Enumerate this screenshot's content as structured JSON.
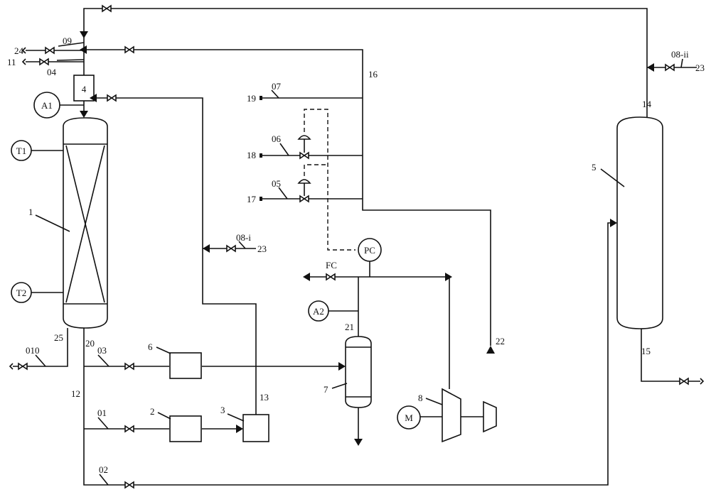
{
  "labels": {
    "reactor": "1",
    "box2": "2",
    "box3": "3",
    "box4": "4",
    "column5": "5",
    "box6": "6",
    "separator7": "7",
    "compressor8": "8",
    "s01": "01",
    "s02": "02",
    "s03": "03",
    "s04": "04",
    "s05": "05",
    "s06": "06",
    "s07": "07",
    "s08i": "08-i",
    "s08ii": "08-ii",
    "s09": "09",
    "s010": "010",
    "s11": "11",
    "s12": "12",
    "s13": "13",
    "s14": "14",
    "s15": "15",
    "s16": "16",
    "s17": "17",
    "s18": "18",
    "s19": "19",
    "s20": "20",
    "s21": "21",
    "s22": "22",
    "s23a": "23",
    "s23b": "23",
    "s24": "24",
    "s25": "25"
  },
  "instruments": {
    "a1": "A1",
    "a2": "A2",
    "t1": "T1",
    "t2": "T2",
    "pc": "PC",
    "fc": "FC",
    "motor": "M"
  }
}
